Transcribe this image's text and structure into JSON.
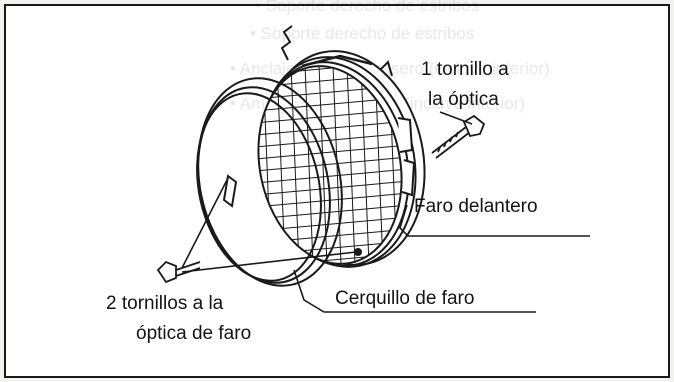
{
  "labels": {
    "screw_optic_line1": "1 tornillo a",
    "screw_optic_line2": "la óptica",
    "headlight": "Faro delantero",
    "headlight_ring": "Cerquillo de faro",
    "two_screws_line1": "2 tornillos a la",
    "two_screws_line2": "óptica de faro"
  },
  "bleed_through_text": {
    "line1": "• Soporte derecho de estribos",
    "line2": "• Soporte derecho de estribos",
    "line3": "• Anclaje del freno trasero (incluye interior)",
    "line4": "• Amortiguador trasero (incluye interior)"
  },
  "colors": {
    "ink": "#141414",
    "frame_border": "#1a1a1a",
    "background": "#ffffff"
  }
}
